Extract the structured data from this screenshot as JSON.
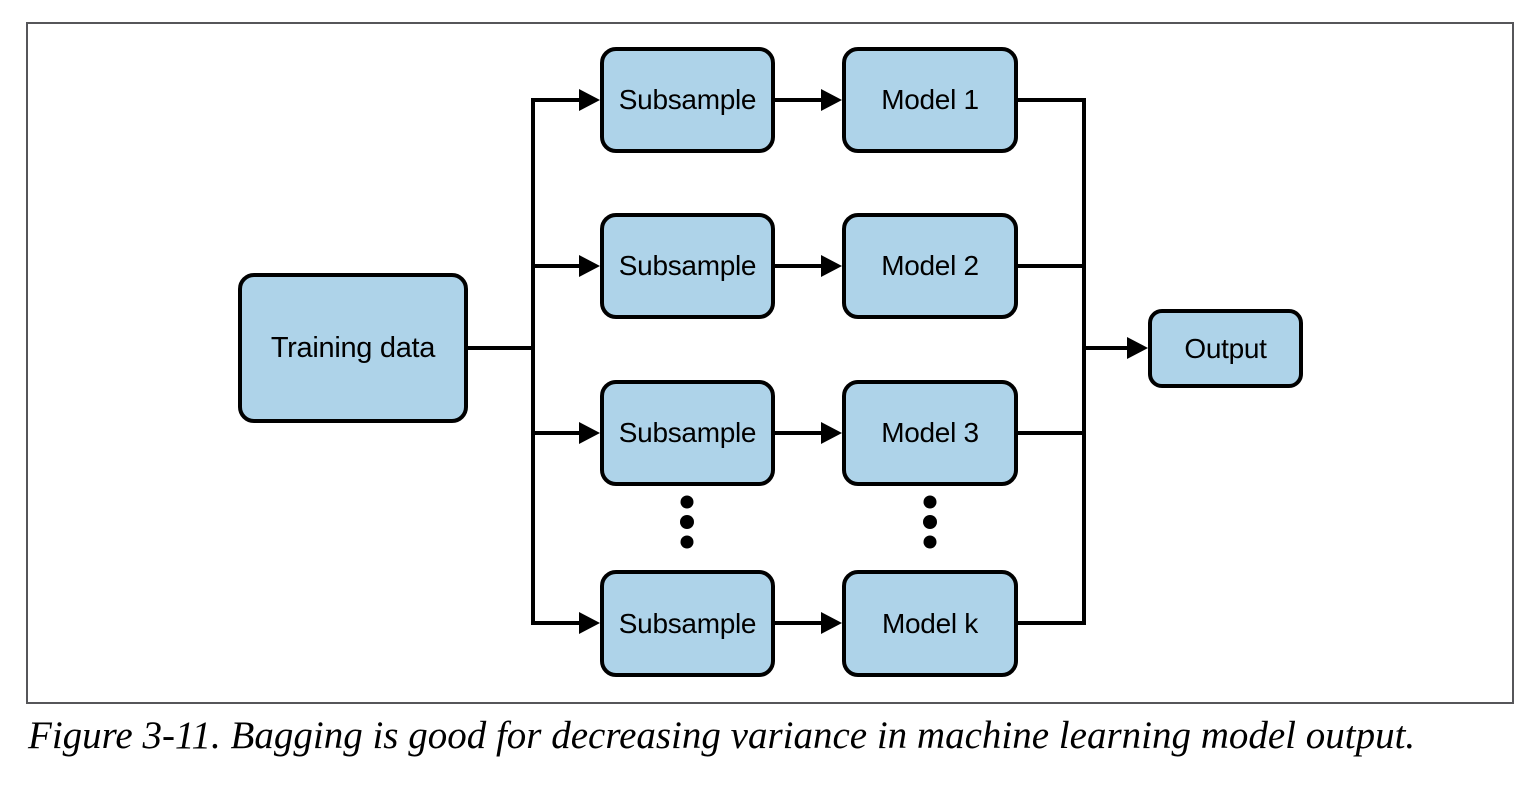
{
  "figure": {
    "caption": "Figure 3-11. Bagging is good for decreasing variance in machine learning model output.",
    "nodes": {
      "training": "Training data",
      "rows": [
        {
          "subsample": "Subsample",
          "model": "Model 1"
        },
        {
          "subsample": "Subsample",
          "model": "Model 2"
        },
        {
          "subsample": "Subsample",
          "model": "Model 3"
        },
        {
          "subsample": "Subsample",
          "model": "Model k"
        }
      ],
      "output": "Output"
    },
    "ellipsis": {
      "columns": 2,
      "dots_per_column": 3
    },
    "colors": {
      "node_fill": "#aed3e9",
      "node_border": "#000000",
      "connector": "#000000",
      "frame_border": "#565659",
      "text": "#000000",
      "background": "#ffffff"
    }
  }
}
